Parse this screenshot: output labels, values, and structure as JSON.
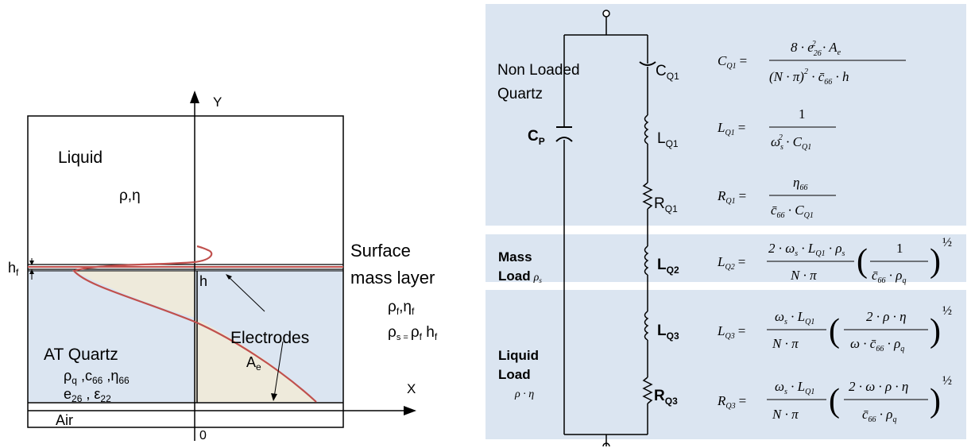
{
  "left": {
    "axis_y": "Y",
    "axis_x": "X",
    "origin": "0",
    "liquid_label": "Liquid",
    "liquid_props": "ρ,η",
    "hf_label": "h",
    "hf_sub": "f",
    "h_label": "h",
    "surface_label_1": "Surface",
    "surface_label_2": "mass layer",
    "film_rho": "ρ",
    "film_rho_sub": "f",
    "film_eta": ",η",
    "film_eta_sub": "f",
    "rhos": "ρ",
    "rhos_sub": "s = ",
    "rhos_rest": "ρ",
    "rhos_rest_sub": "f",
    "rhos_hf": " h",
    "rhos_hf_sub": "f",
    "electrodes_label": "Electrodes",
    "ae_label": "A",
    "ae_sub": "e",
    "quartz_label": "AT Quartz",
    "quartz_props_1": "ρ",
    "quartz_props_1_sub": "q",
    "quartz_props_2": " ,c",
    "quartz_props_2_sub": "66",
    "quartz_props_3": " ,η",
    "quartz_props_3_sub": "66",
    "quartz_e": "e",
    "quartz_e_sub": "26",
    "quartz_eps": " , ε",
    "quartz_eps_sub": "22",
    "air_label": "Air"
  },
  "right": {
    "colors": {
      "panel_bg": "#dbe5f1",
      "wave": "#c0504d",
      "quartz_bg": "#dbe5f1"
    },
    "non_loaded_1": "Non Loaded",
    "non_loaded_2": "Quartz",
    "cp": "C",
    "cp_sub": "P",
    "cq1": "C",
    "cq1_sub": "Q1",
    "lq1": "L",
    "lq1_sub": "Q1",
    "rq1": "R",
    "rq1_sub": "Q1",
    "mass_1": "Mass",
    "mass_2": "Load",
    "mass_rho": "ρ",
    "mass_rho_sub": "s",
    "lq2": "L",
    "lq2_sub": "Q2",
    "liquid_1": "Liquid",
    "liquid_2": "Load",
    "liquid_rho": "ρ · η",
    "lq3": "L",
    "lq3_sub": "Q3",
    "rq3": "R",
    "rq3_sub": "Q3",
    "eq_cq1_lhs": "C",
    "eq_cq1_num": "8 · e",
    "eq_cq1_den": "(N · π)",
    "eq_cq1_den2": " · c̄",
    "eq_cq1_den3": " · h",
    "eq_cq1_ae": " · A",
    "eq_lq1_lhs": "L",
    "eq_lq1_num": "1",
    "eq_lq1_den": "ω",
    "eq_lq1_den2": " · C",
    "eq_rq1_lhs": "R",
    "eq_rq1_num": "η",
    "eq_rq1_den": "c̄",
    "eq_rq1_den2": " · C",
    "eq_lq2_lhs": "L",
    "eq_lq2_num": "2 · ω",
    "eq_lq2_num2": " · L",
    "eq_lq2_num3": " · ρ",
    "eq_lq2_den": "N · π",
    "eq_lq2_in_num": "1",
    "eq_lq2_in_den": "c̄",
    "eq_lq2_in_den2": " · ρ",
    "eq_lq3_lhs": "L",
    "eq_lq3_num": "ω",
    "eq_lq3_num2": " · L",
    "eq_lq3_den": "N · π",
    "eq_lq3_in_num": "2 · ρ · η",
    "eq_lq3_in_den": "ω · c̄",
    "eq_lq3_in_den2": " · ρ",
    "eq_rq3_lhs": "R",
    "eq_rq3_num": "ω",
    "eq_rq3_num2": " · L",
    "eq_rq3_den": "N · π",
    "eq_rq3_in_num": "2 · ω · ρ · η",
    "eq_rq3_in_den": "c̄",
    "eq_rq3_in_den2": " · ρ",
    "eq_sub_q1": "Q1",
    "eq_sub_q2": "Q2",
    "eq_sub_q3": "Q3",
    "eq_sub_26": "26",
    "eq_sup_2": "2",
    "eq_sub_e": "e",
    "eq_sub_66": "66",
    "eq_sub_s": "s",
    "eq_sub_q": "q",
    "eq_half": "½",
    "eq_eq": "="
  }
}
